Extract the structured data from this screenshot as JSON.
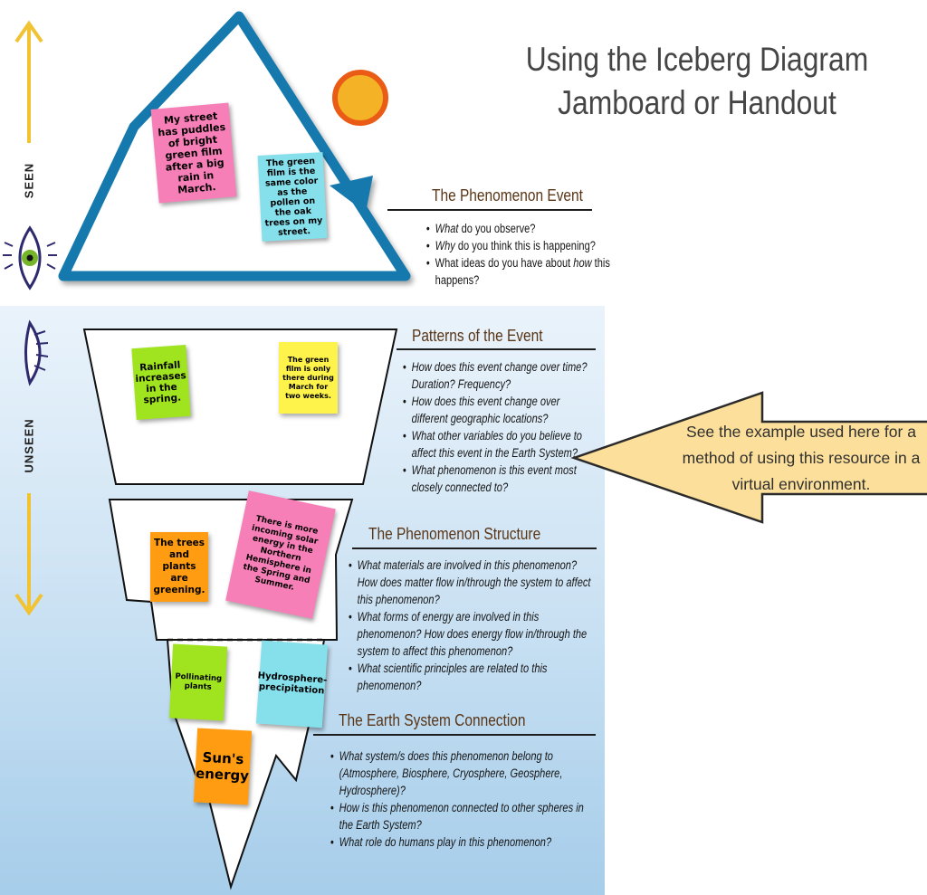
{
  "title": {
    "line1": "Using the Iceberg Diagram",
    "line2": "Jamboard or Handout"
  },
  "side_labels": {
    "seen": "SEEN",
    "unseen": "UNSEEN"
  },
  "sections": {
    "phenomenon_event": {
      "heading": "The Phenomenon Event",
      "questions": [
        {
          "lead": "What",
          "rest": " do you observe?"
        },
        {
          "lead": "Why",
          "rest": " do you think this is happening?"
        },
        {
          "pre": "What ideas do you have about ",
          "lead": "how",
          "rest": " this happens?"
        }
      ]
    },
    "patterns": {
      "heading": "Patterns of the Event",
      "questions": [
        "How does this event change over time? Duration? Frequency?",
        "How does this event change over different geographic locations?",
        "What other variables do you believe to affect this event in the Earth System?",
        "What phenomenon is this event most closely connected to?"
      ]
    },
    "structure": {
      "heading": "The Phenomenon Structure",
      "questions": [
        "What materials are involved in this phenomenon? How does matter flow in/through the system to affect this phenomenon?",
        "What forms of energy are involved in this phenomenon? How does energy flow in/through the system to affect this phenomenon?",
        "What scientific principles are related to this phenomenon?"
      ]
    },
    "earth_system": {
      "heading": "The Earth System Connection",
      "questions": [
        "What system/s does this phenomenon belong to (Atmosphere, Biosphere, Cryosphere, Geosphere, Hydrosphere)?",
        "How is this phenomenon connected to other spheres in the Earth System?",
        "What role do humans play in this phenomenon?"
      ]
    }
  },
  "notes": {
    "street": "My street has puddles of bright green film after a big rain in March.",
    "pollen": "The green film is the same color as the pollen on the oak trees on my street.",
    "rainfall": "Rainfall increases in the spring.",
    "march": "The green film is only there during March for two weeks.",
    "trees": "The trees and plants are greening.",
    "solar": "There is more incoming solar energy in the Northern Hemisphere in the Spring and Summer.",
    "pollinating": "Pollinating plants",
    "hydro": "Hydrosphere-precipitation",
    "sun": "Sun's energy"
  },
  "callout": "See the example used here for a method of using this resource in a virtual environment.",
  "colors": {
    "pink": "#f77fb8",
    "cyan": "#86e0ec",
    "lime": "#9fe41f",
    "yellow": "#fdf34a",
    "orange": "#ff9c12",
    "iceberg": "#1679ad",
    "callout": "#fbdf9a",
    "arrow": "#f2c230"
  }
}
